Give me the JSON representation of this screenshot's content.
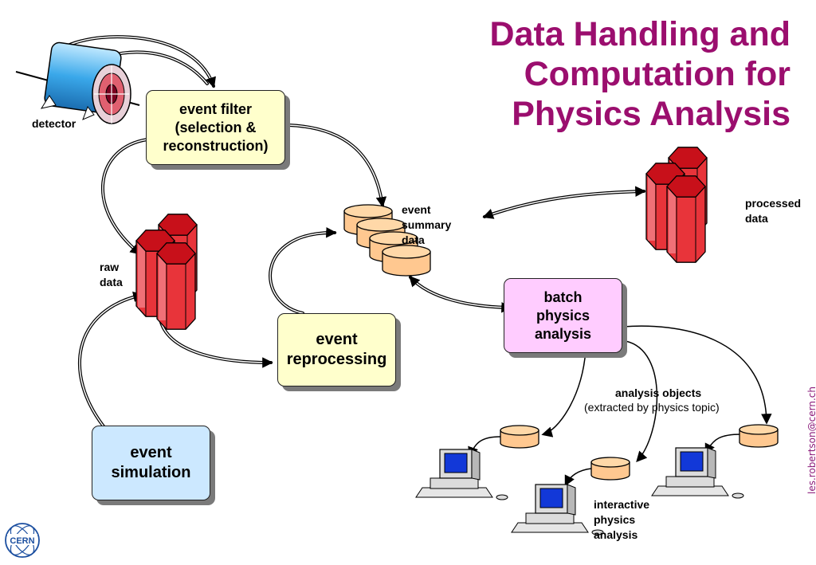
{
  "title": "Data Handling and\nComputation for\nPhysics Analysis",
  "nodes": {
    "event_filter": "event filter\n(selection &\nreconstruction)",
    "event_reprocessing": "event\nreprocessing",
    "event_simulation": "event\nsimulation",
    "batch_analysis": "batch\nphysics\nanalysis"
  },
  "labels": {
    "detector": "detector",
    "raw_data": "raw\ndata",
    "event_summary": "event\n  summary\n      data",
    "processed_data": "processed\ndata",
    "analysis_objects_title": "analysis objects",
    "analysis_objects_sub": "(extracted by physics topic)",
    "interactive": "interactive\nphysics\nanalysis"
  },
  "logo": "CERN",
  "email": "les.robertson@cern.ch",
  "colors": {
    "title": "#9b0e6e",
    "filter_box": "#ffffcc",
    "simulation_box": "#cce8ff",
    "batch_box": "#ffccff",
    "storage_red": "#e8343a",
    "disk_orange": "#ffc890",
    "screen_blue": "#1238d8"
  }
}
